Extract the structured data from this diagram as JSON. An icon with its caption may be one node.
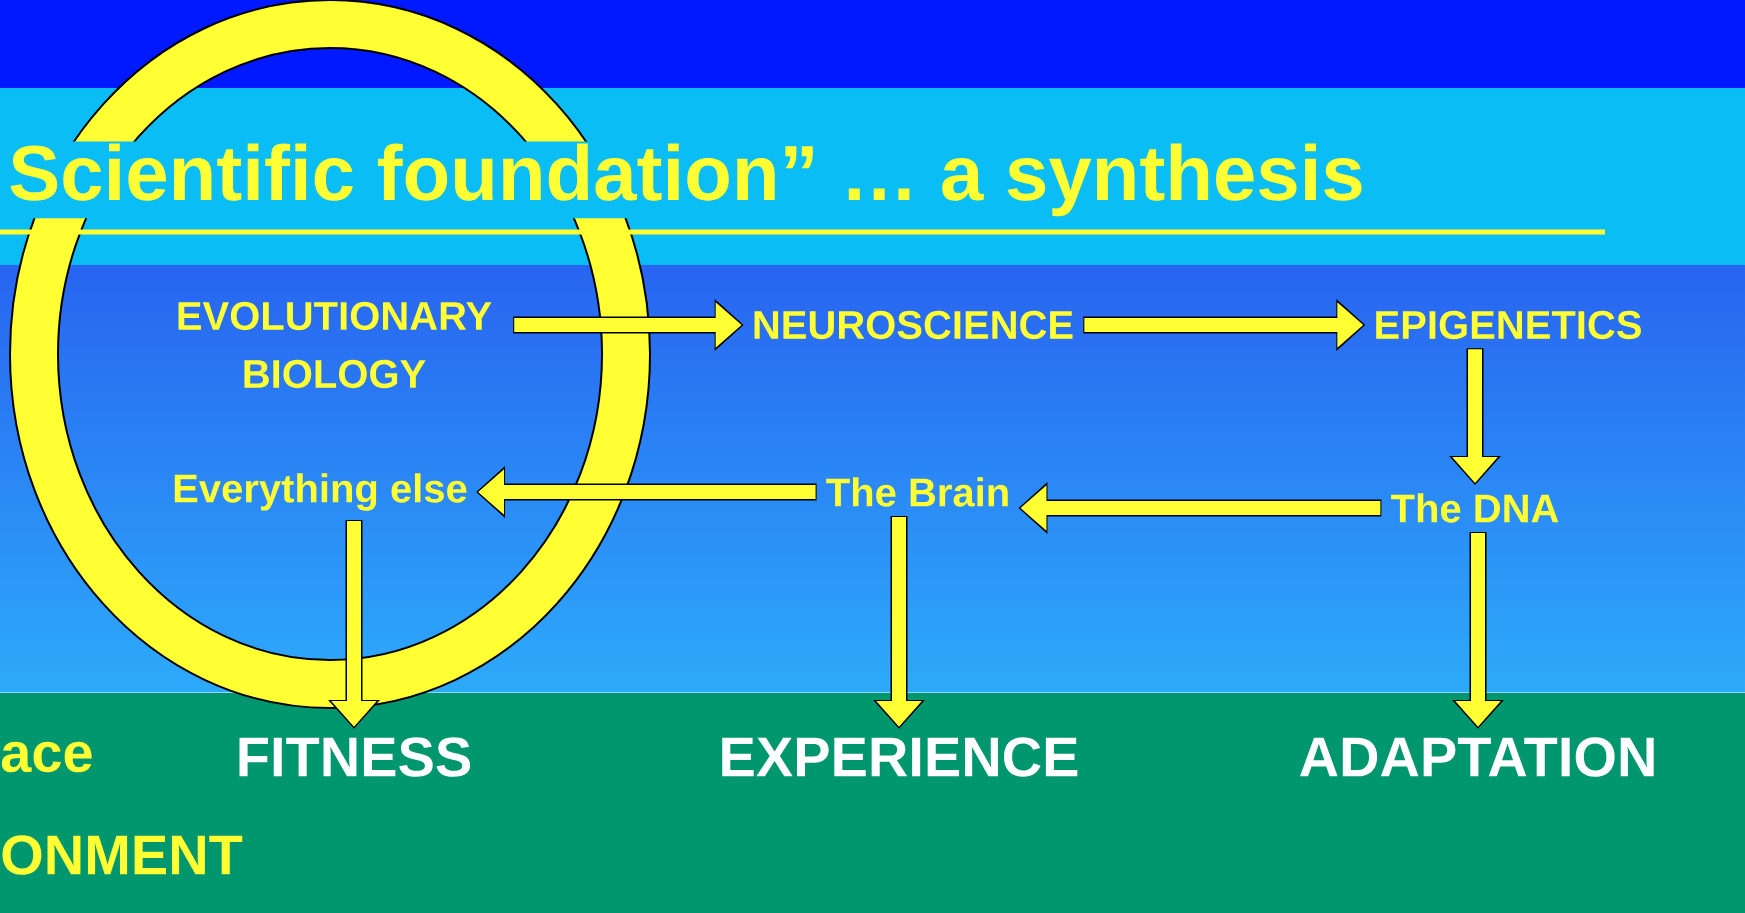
{
  "diagram": {
    "title": "Scientific foundation”  …  a synthesis",
    "nodes": [
      {
        "text": [
          "EVOLUTIONARY BIOLOGY"
        ]
      },
      {
        "text": [
          "NEUROSCIENCE"
        ]
      },
      {
        "text": [
          "EPIGENETICS"
        ]
      },
      {
        "text": [
          "Everything else"
        ]
      },
      {
        "text": [
          "The Brain"
        ]
      },
      {
        "text": [
          "The DNA"
        ]
      },
      {
        "text": [
          "FITNESS"
        ]
      },
      {
        "text": [
          "EXPERIENCE"
        ]
      },
      {
        "text": [
          "ADAPTATION"
        ]
      }
    ],
    "edges": [
      {
        "from": 0,
        "to": 1,
        "arrow": "to"
      },
      {
        "from": 1,
        "to": 2,
        "arrow": "to"
      },
      {
        "from": 2,
        "to": 5,
        "arrow": "to"
      },
      {
        "from": 5,
        "to": 4,
        "arrow": "to"
      },
      {
        "from": 4,
        "to": 3,
        "arrow": "to"
      },
      {
        "from": 3,
        "to": 6,
        "arrow": "to"
      },
      {
        "from": 4,
        "to": 7,
        "arrow": "to"
      },
      {
        "from": 5,
        "to": 8,
        "arrow": "to"
      }
    ],
    "labels": [
      "ace",
      "ONMENT"
    ]
  }
}
